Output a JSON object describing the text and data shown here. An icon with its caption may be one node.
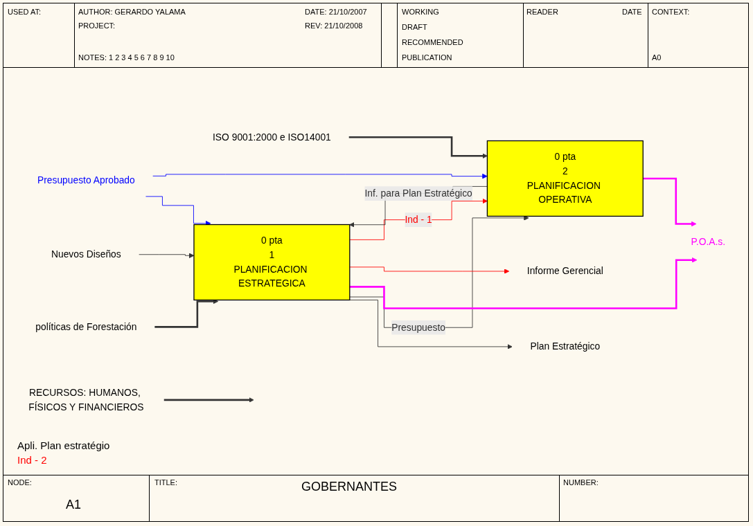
{
  "diagram": {
    "nodes": [
      {
        "text": [
          "políticas de Forestación"
        ]
      },
      {
        "text": [
          "ISO 9001:2000 e ISO14001"
        ]
      },
      {
        "text": [
          "Nuevos Diseños"
        ]
      },
      {
        "text": [
          "Presupuesto Aprobado"
        ]
      },
      {
        "text": [
          "0 pta",
          "1",
          "PLANIFICACION ESTRATEGICA"
        ]
      },
      {
        "text": [
          "0 pta",
          "2",
          "PLANIFICACION OPERATIVA"
        ]
      },
      {
        "text": [
          "Plan Estratégico"
        ]
      },
      {
        "text": [
          "Informe Gerencial"
        ]
      },
      {
        "text": [
          "P.O.A.s."
        ]
      },
      {
        "text": [
          "RECURSOS: HUMANOS, FÍSICOS Y FINANCIEROS"
        ]
      }
    ],
    "edges": [
      {
        "from": 0,
        "to": 4,
        "arrow": "to",
        "style": "thick"
      },
      {
        "from": 1,
        "to": 5,
        "arrow": "to",
        "style": "thick"
      },
      {
        "from": 2,
        "to": 4,
        "arrow": "to"
      },
      {
        "from": 3,
        "to": 4,
        "arrow": "to",
        "color": "#0000ff"
      },
      {
        "from": 3,
        "to": 5,
        "arrow": "to",
        "color": "#0000ff"
      },
      {
        "from": 4,
        "to": 6,
        "arrow": "to"
      },
      {
        "from": 4,
        "to": 5,
        "arrow": "to",
        "label": "Presupuesto"
      },
      {
        "from": 4,
        "to": 8,
        "arrow": "to",
        "style": "thick",
        "color": "#ff00ff"
      },
      {
        "from": 4,
        "to": 7,
        "arrow": "to",
        "color": "#ff0000"
      },
      {
        "from": 4,
        "to": 5,
        "arrow": "to",
        "label": "Ind - 1",
        "color": "#ff0000"
      },
      {
        "from": 5,
        "to": 8,
        "arrow": "to",
        "style": "thick",
        "color": "#ff00ff"
      },
      {
        "from": 5,
        "to": 4,
        "arrow": "to",
        "label": "Inf. para Plan Estratégico"
      },
      {
        "from": 9,
        "to": null,
        "arrow": "to",
        "style": "thick"
      }
    ],
    "labels": [
      "USED AT:",
      "AUTHOR: GERARDO YALAMA",
      "DATE: 21/10/2007",
      "WORKING",
      "READER",
      "DATE",
      "CONTEXT:",
      "PROJECT:",
      "REV: 21/10/2008",
      "DRAFT",
      "RECOMMENDED",
      "NOTES: 1 2 3 4 5 6 7 8 9 10",
      "PUBLICATION",
      "A0",
      "Apli. Plan estratégio",
      "Ind - 2",
      "NODE:",
      "TITLE:",
      "GOBERNANTES",
      "NUMBER:",
      "A1"
    ]
  }
}
